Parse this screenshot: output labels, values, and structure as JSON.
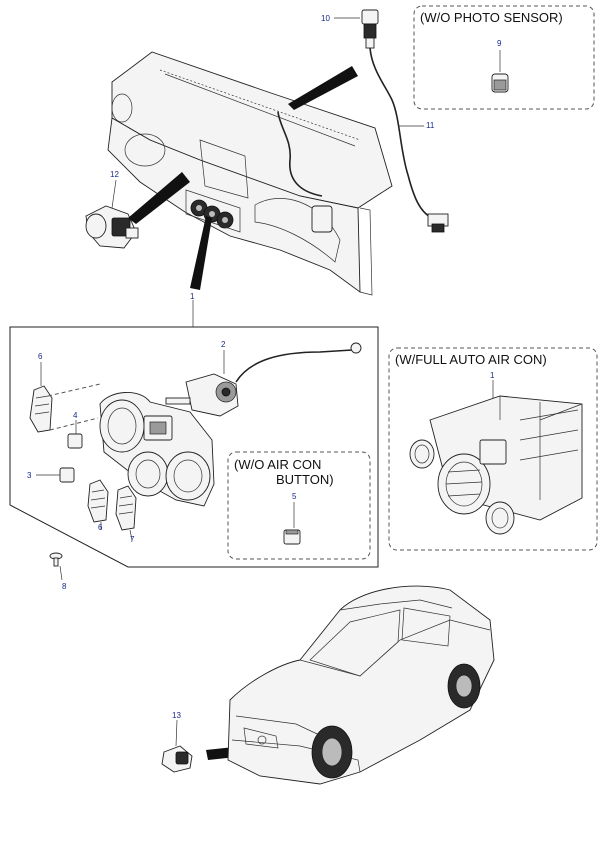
{
  "boxes": {
    "photo_sensor": "(W/O PHOTO SENSOR)",
    "full_auto": "(W/FULL AUTO AIR CON)",
    "air_con_button_line1": "(W/O AIR CON",
    "air_con_button_line2": "BUTTON)"
  },
  "callouts": {
    "c1_top": "1",
    "c1_right": "1",
    "c2": "2",
    "c3": "3",
    "c4": "4",
    "c5": "5",
    "c6_top": "6",
    "c6_bottom": "6",
    "c7": "7",
    "c8": "8",
    "c9": "9",
    "c10": "10",
    "c11": "11",
    "c12": "12",
    "c13": "13"
  }
}
